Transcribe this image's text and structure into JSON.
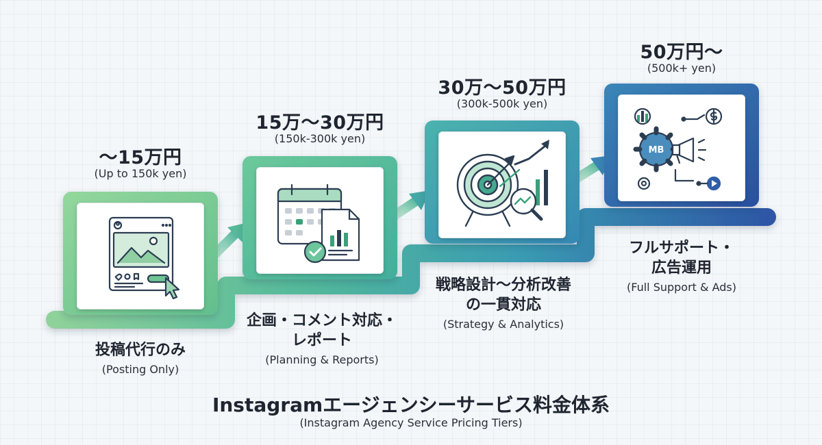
{
  "tiers": [
    {
      "price": "〜15万円",
      "price_en": "(Up to 150k yen)",
      "label_line1": "投稿代行のみ",
      "label_line2": "",
      "label_en": "(Posting Only)",
      "icon": "social-post-icon"
    },
    {
      "price": "15万〜30万円",
      "price_en": "(150k-300k yen)",
      "label_line1": "企画・コメント対応・",
      "label_line2": "レポート",
      "label_en": "(Planning & Reports)",
      "icon": "calendar-report-icon"
    },
    {
      "price": "30万〜50万円",
      "price_en": "(300k-500k yen)",
      "label_line1": "戦略設計〜分析改善",
      "label_line2": "の一貫対応",
      "label_en": "(Strategy & Analytics)",
      "icon": "target-analytics-icon"
    },
    {
      "price": "50万円〜",
      "price_en": "(500k+ yen)",
      "label_line1": "フルサポート・",
      "label_line2": "広告運用",
      "label_en": "(Full Support & Ads)",
      "icon": "megaphone-gear-icon",
      "badge": "MB"
    }
  ],
  "footer": {
    "title": "Instagramエージェンシーサービス料金体系",
    "subtitle": "(Instagram Agency Service Pricing Tiers)"
  },
  "colors": {
    "step1": "#7cc98a",
    "step2": "#52b79b",
    "step3": "#3b9ab0",
    "step4": "#2f5ea8",
    "icon_stroke": "#2c3d52",
    "icon_accent": "#3aa07a"
  }
}
